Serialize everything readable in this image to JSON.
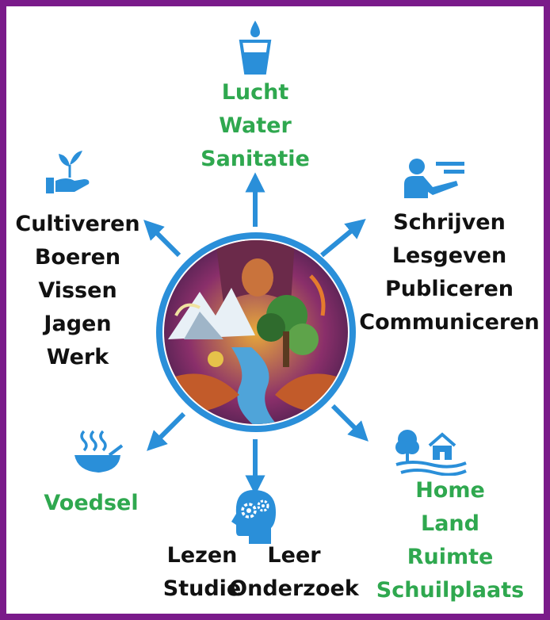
{
  "colors": {
    "frame": "#7a1a8a",
    "arrow": "#2a8fd9",
    "icon": "#2a8fd9",
    "green_text": "#2fa84f",
    "black_text": "#111111"
  },
  "nodes": {
    "top": {
      "icon": "water-glass-icon",
      "lines": [
        "Lucht",
        "Water",
        "Sanitatie"
      ]
    },
    "top_right": {
      "icon": "teacher-icon",
      "lines": [
        "Schrijven",
        "Lesgeven",
        "Publiceren",
        "Communiceren"
      ]
    },
    "bottom_right": {
      "icon": "house-tree-icon",
      "lines": [
        "Home",
        "Land",
        "Ruimte",
        "Schuilplaats"
      ]
    },
    "bottom": {
      "icon": "head-gears-icon",
      "left_lines": [
        "Lezen",
        "Studie"
      ],
      "right_lines": [
        "Leer",
        "Onderzoek"
      ]
    },
    "bottom_left": {
      "icon": "bowl-icon",
      "lines": [
        "Voedsel"
      ]
    },
    "top_left": {
      "icon": "hand-plant-icon",
      "lines": [
        "Cultiveren",
        "Boeren",
        "Vissen",
        "Jagen",
        "Werk"
      ]
    }
  },
  "center": {
    "image": "earth-painting-circle"
  }
}
